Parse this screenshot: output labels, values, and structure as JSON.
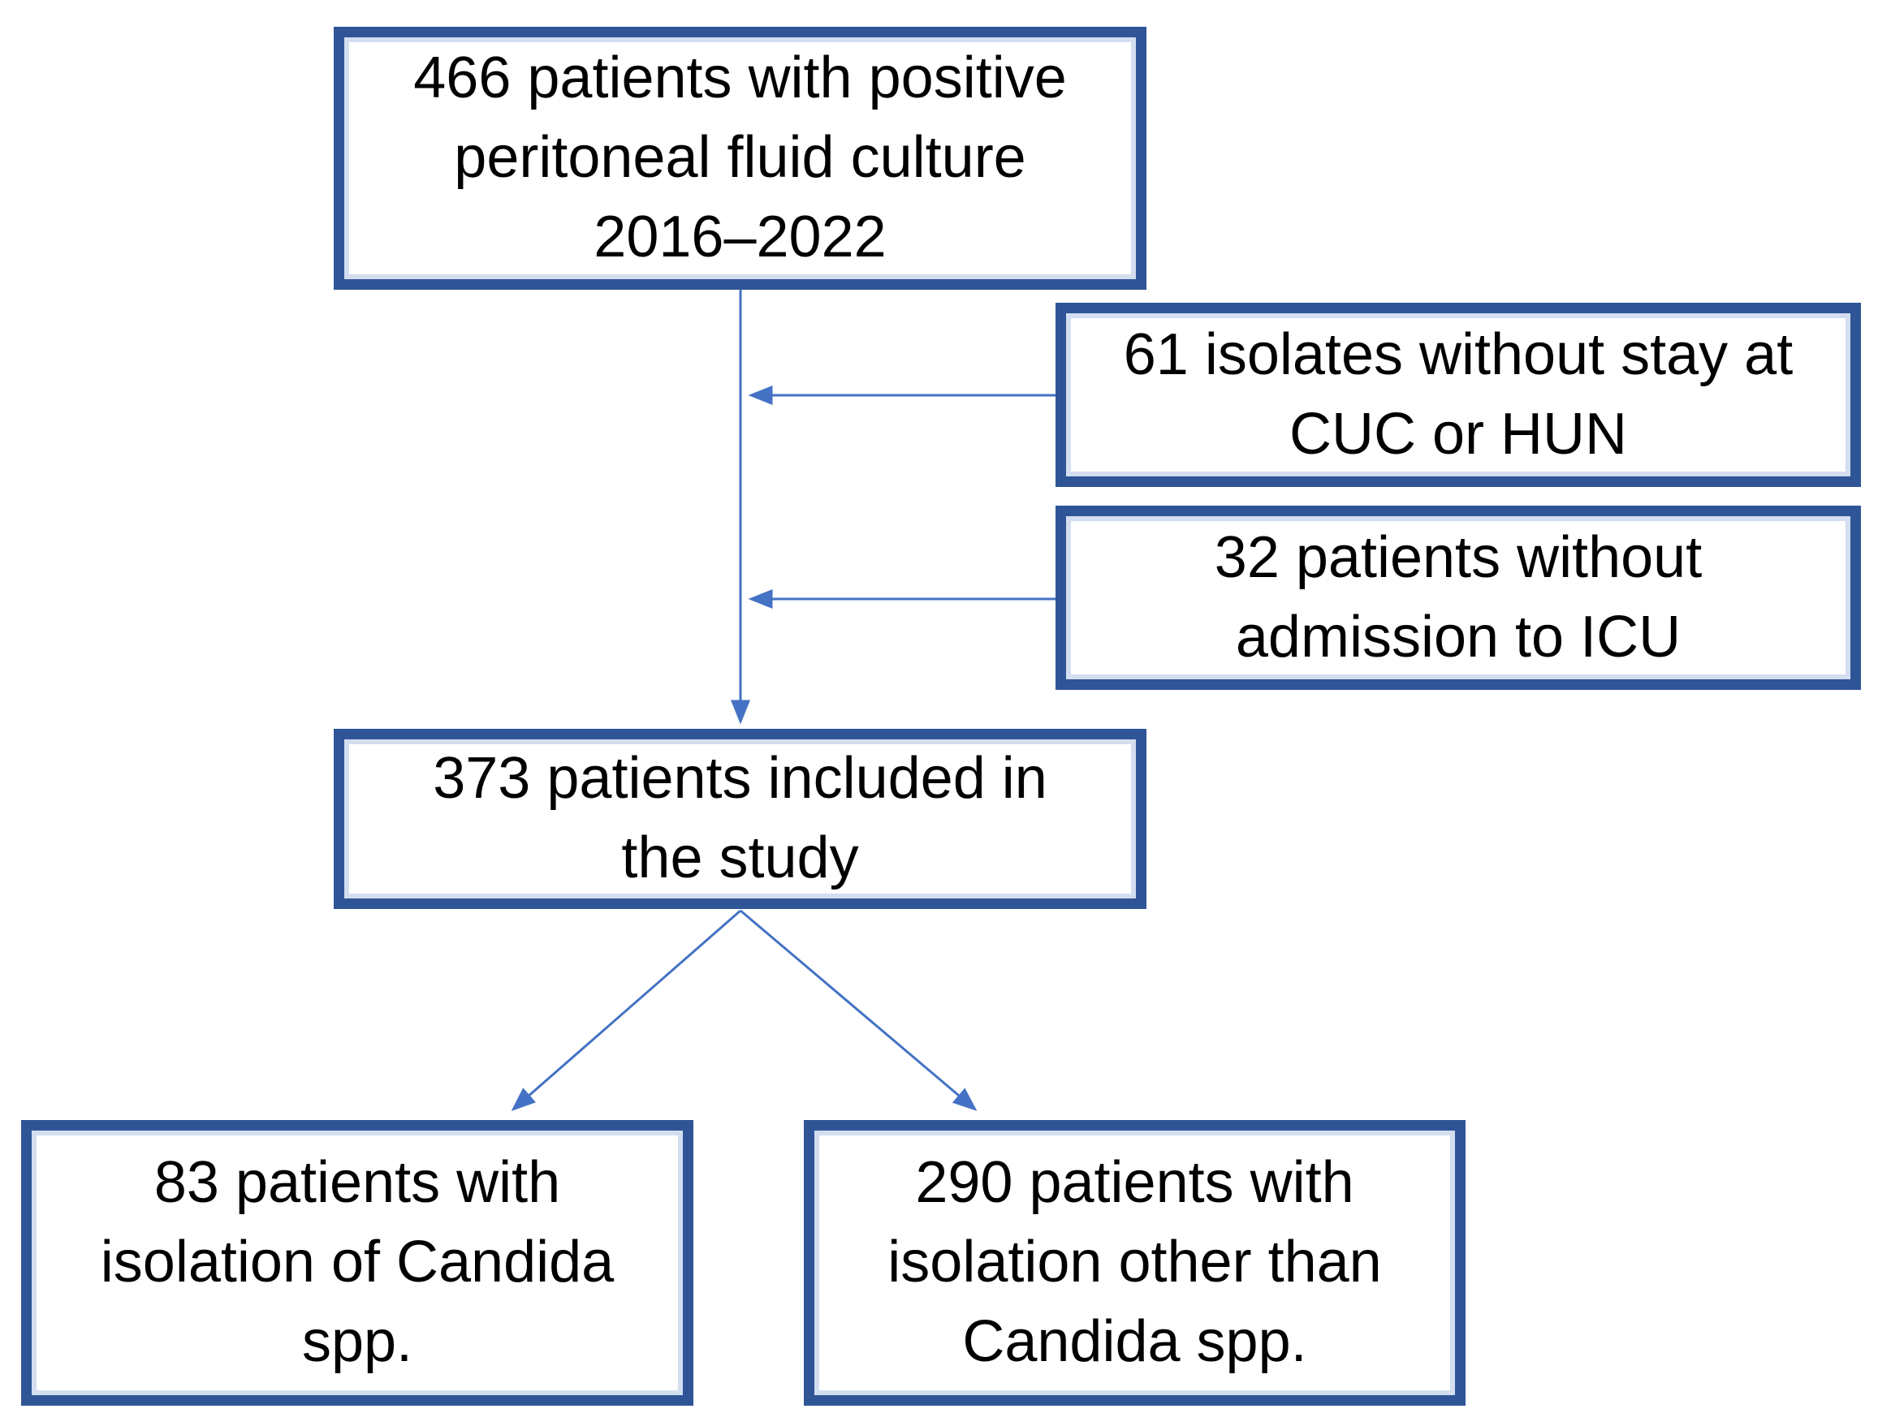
{
  "flowchart": {
    "boxes": {
      "total": {
        "id": "total",
        "lines": [
          "466 patients with positive",
          "peritoneal fluid culture",
          "2016–2022"
        ]
      },
      "excluded_stay": {
        "id": "excluded_stay",
        "lines": [
          "61 isolates without stay at",
          "CUC or HUN"
        ]
      },
      "excluded_icu": {
        "id": "excluded_icu",
        "lines": [
          "32 patients without",
          "admission to ICU"
        ]
      },
      "included": {
        "id": "included",
        "lines": [
          "373 patients included in",
          "the study"
        ]
      },
      "candida": {
        "id": "candida",
        "lines": [
          "83 patients with",
          "isolation of Candida",
          "spp."
        ]
      },
      "non_candida": {
        "id": "non_candida",
        "lines": [
          "290 patients with",
          "isolation other than",
          "Candida spp."
        ]
      }
    },
    "edges": [
      {
        "from": "total",
        "to": "included"
      },
      {
        "from": "excluded_stay",
        "to": "flow_total_included"
      },
      {
        "from": "excluded_icu",
        "to": "flow_total_included"
      },
      {
        "from": "included",
        "to": "candida"
      },
      {
        "from": "included",
        "to": "non_candida"
      }
    ],
    "colors": {
      "box_border": "#2F5597",
      "arrow": "#4472C4",
      "text": "#000000",
      "background": "#FFFFFF"
    }
  }
}
